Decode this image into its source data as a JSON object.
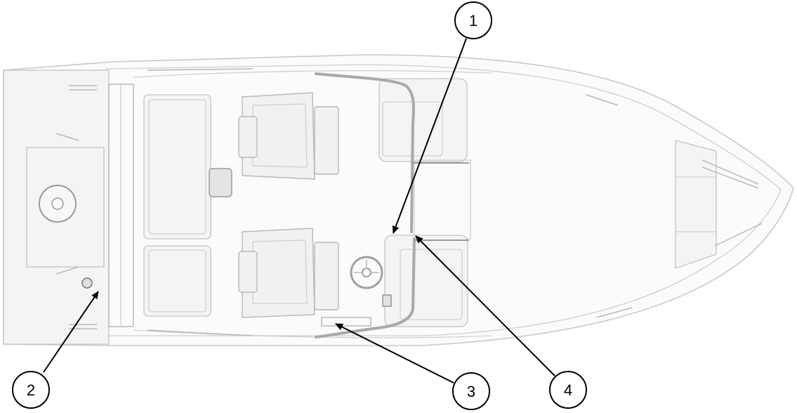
{
  "callouts": [
    {
      "number": "1"
    },
    {
      "number": "2"
    },
    {
      "number": "3"
    },
    {
      "number": "4"
    }
  ],
  "colors": {
    "outline": "#c9c9c9",
    "callout": "#000000",
    "background": "#ffffff"
  }
}
